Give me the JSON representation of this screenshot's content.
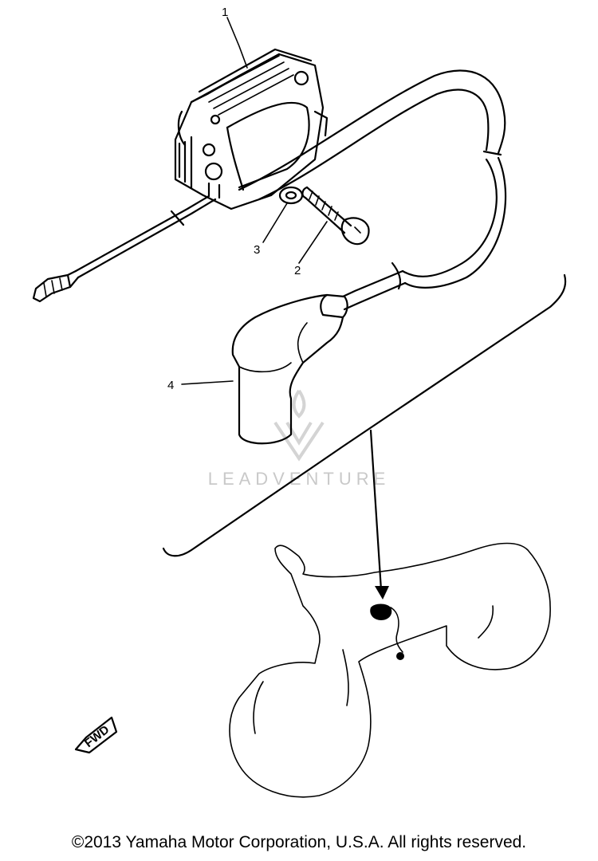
{
  "callouts": [
    {
      "id": "1",
      "text": "1"
    },
    {
      "id": "2",
      "text": "2"
    },
    {
      "id": "3",
      "text": "3"
    },
    {
      "id": "4",
      "text": "4"
    }
  ],
  "watermark": {
    "text": "LEADVENTURE"
  },
  "fwd_badge": {
    "text": "FWD"
  },
  "copyright": "©2013 Yamaha Motor Corporation, U.S.A. All rights reserved."
}
